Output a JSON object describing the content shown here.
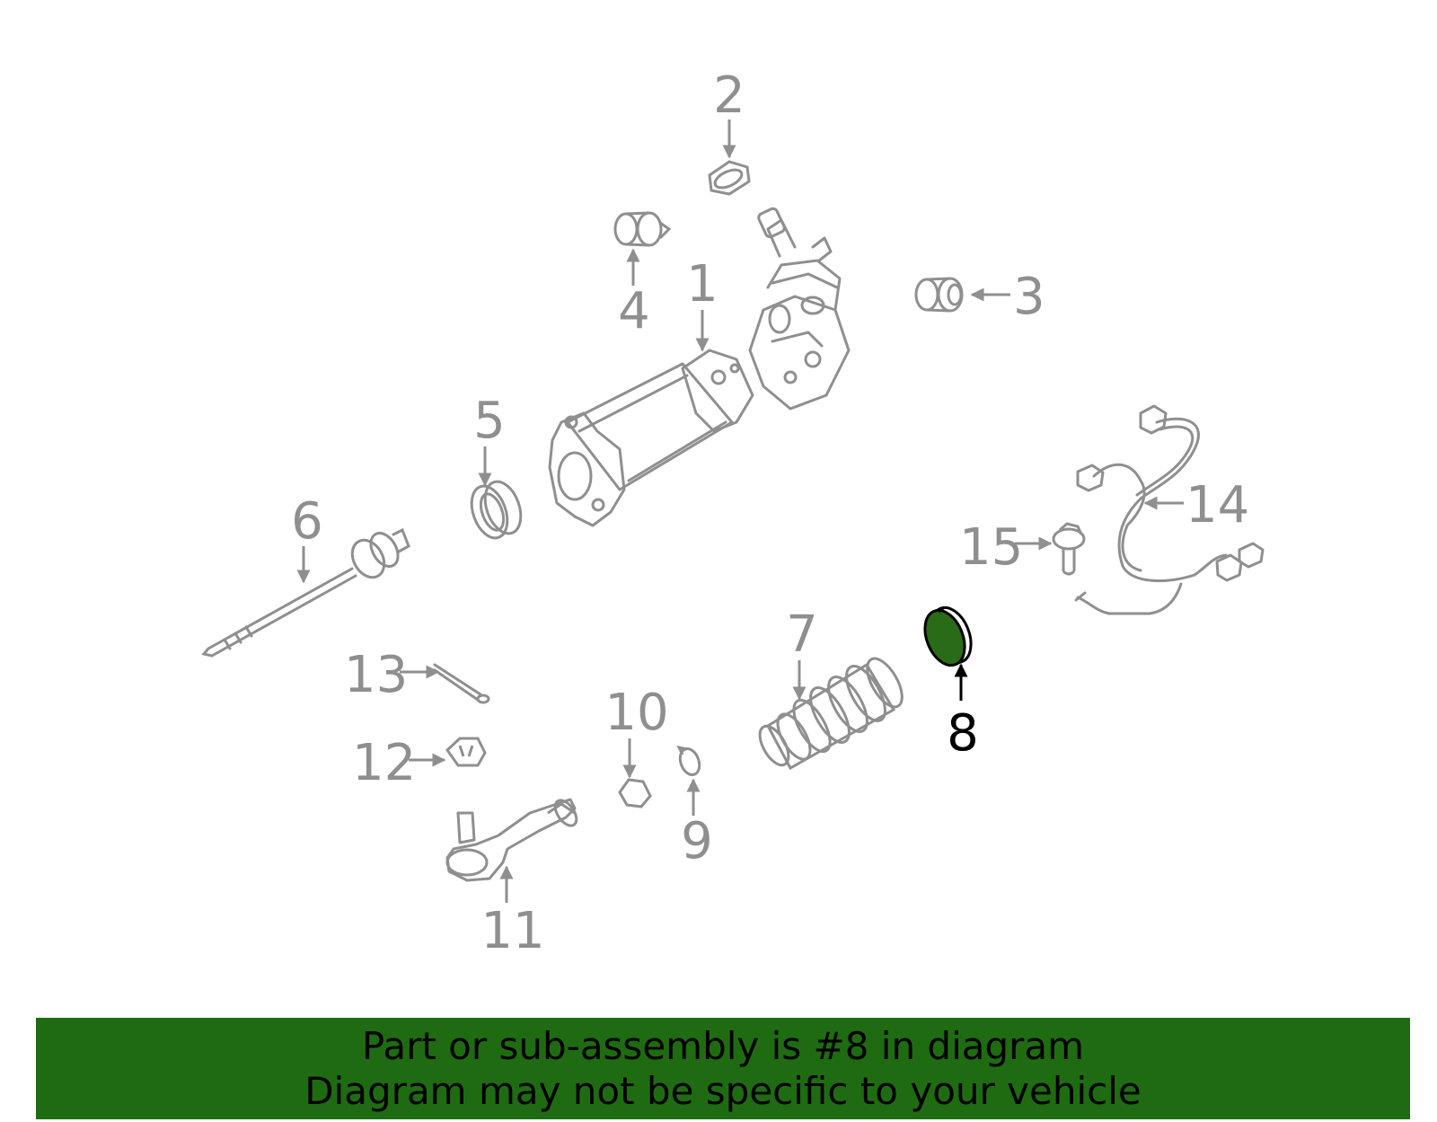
{
  "colors": {
    "part_line": "#8f8f8f",
    "label_gray": "#8f8f8f",
    "highlight_label": "#000000",
    "highlight_fill": "#2a6b17",
    "banner_bg": "#1f6b12",
    "banner_text": "#000000"
  },
  "callouts": [
    {
      "id": "1",
      "label": "1"
    },
    {
      "id": "2",
      "label": "2"
    },
    {
      "id": "3",
      "label": "3"
    },
    {
      "id": "4",
      "label": "4"
    },
    {
      "id": "5",
      "label": "5"
    },
    {
      "id": "6",
      "label": "6"
    },
    {
      "id": "7",
      "label": "7"
    },
    {
      "id": "8",
      "label": "8",
      "highlighted": true
    },
    {
      "id": "9",
      "label": "9"
    },
    {
      "id": "10",
      "label": "10"
    },
    {
      "id": "11",
      "label": "11"
    },
    {
      "id": "12",
      "label": "12"
    },
    {
      "id": "13",
      "label": "13"
    },
    {
      "id": "14",
      "label": "14"
    },
    {
      "id": "15",
      "label": "15"
    }
  ],
  "banner": {
    "line1": "Part or sub-assembly is #8 in diagram",
    "line2": "Diagram may not be specific to your vehicle"
  }
}
